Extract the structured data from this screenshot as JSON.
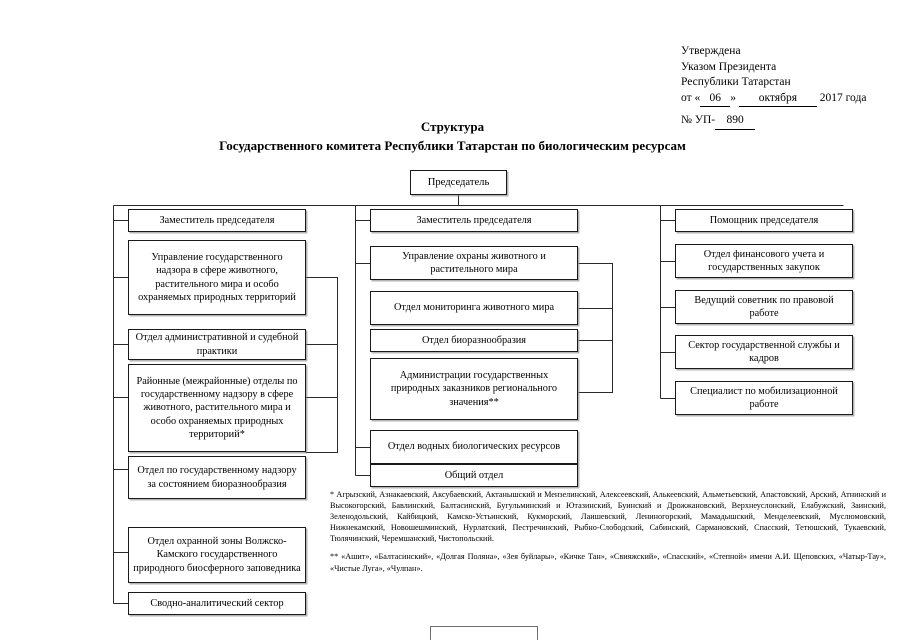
{
  "document": {
    "approval": {
      "line1": "Утверждена",
      "line2": "Указом Президента",
      "line3": "Республики Татарстан",
      "date_prefix": "от «",
      "date_day": "06",
      "date_mid": "»",
      "date_month": "октября",
      "date_year": "2017 года",
      "number_prefix": "№ УП-",
      "number_value": "890"
    },
    "title_line1": "Структура",
    "title_line2": "Государственного комитета Республики Татарстан по биологическим ресурсам"
  },
  "chart_data": {
    "type": "diagram",
    "title": "Структура Государственного комитета Республики Татарстан по биологическим ресурсам",
    "root": "Председатель",
    "columns": [
      {
        "name": "left",
        "head": "Заместитель председателя",
        "items": [
          "Управление государственного надзора в сфере животного, растительного мира и особо охраняемых природных территорий",
          "Отдел административной и судебной практики",
          "Районные (межрайонные) отделы по государственному надзору в сфере животного, растительного мира и особо охраняемых природных территорий*",
          "Отдел по государственному надзору за состоянием биоразнообразия",
          "Отдел охранной зоны Волжско-Камского государственного природного биосферного заповедника",
          "Сводно-аналитический сектор"
        ]
      },
      {
        "name": "center",
        "head": "Заместитель председателя",
        "items": [
          "Управление охраны животного и растительного мира",
          "Отдел мониторинга животного мира",
          "Отдел биоразнообразия",
          "Администрации государственных природных заказников регионального значения**",
          "Отдел водных биологических ресурсов",
          "Общий отдел"
        ]
      },
      {
        "name": "right",
        "head": "Помощник председателя",
        "items": [
          "Отдел финансового учета и государственных закупок",
          "Ведущий советник по правовой работе",
          "Сектор государственной службы и кадров",
          "Специалист по мобилизационной работе"
        ]
      }
    ]
  },
  "nodes": {
    "chairman": "Председатель",
    "left": {
      "deputy": "Заместитель председателя",
      "n1": "Управление государственного надзора в сфере животного, растительного мира и особо охраняемых природных территорий",
      "n2": "Отдел административной и судебной практики",
      "n3": "Районные (межрайонные) отделы по государственному надзору в сфере животного, растительного мира и особо охраняемых природных территорий*",
      "n4": "Отдел по государственному надзору за состоянием биоразнообразия",
      "n5": "Отдел охранной зоны Волжско-Камского государственного природного биосферного заповедника",
      "n6": "Сводно-аналитический сектор"
    },
    "center": {
      "deputy": "Заместитель председателя",
      "n1": "Управление охраны животного и растительного мира",
      "n2": "Отдел мониторинга животного мира",
      "n3": "Отдел биоразнообразия",
      "n4": "Администрации государственных природных заказников регионального значения**",
      "n5": "Отдел водных биологических ресурсов",
      "n6": "Общий отдел"
    },
    "right": {
      "assistant": "Помощник председателя",
      "n1": "Отдел финансового учета и государственных закупок",
      "n2": "Ведущий советник по правовой работе",
      "n3": "Сектор государственной службы и кадров",
      "n4": "Специалист по мобилизационной работе"
    }
  },
  "footnotes": {
    "fn1": "* Агрызский, Азнакаевский, Аксубаевский, Актанышский и Мензелинский, Алексеевский, Алькеевский, Альметьевский, Апастовский, Арский, Атнинский и Высокогорский, Бавлинский, Балтасинский, Бугульминский и Ютазинский, Буинский и Дрожжановский, Верхнеуслонский, Елабужский, Заинский, Зеленодольский, Кайбицкий, Камско-Устьинский, Кукморский, Лаишевский, Лениногорский, Мамадышский, Менделеевский, Муслюмовский, Нижнекамский, Новошешминский, Нурлатский, Пестречинский, Рыбно-Слободский, Сабинский, Сармановский, Спасский, Тетюшский, Тукаевский, Тюлячинский, Черемшанский, Чистопольский.",
    "fn2": "** «Ашит», «Балтасинский», «Долгая Поляна», «Зея буйлары», «Кичке Тан», «Свияжский», «Спасский», «Степной» имени А.И. Щеповских, «Чатыр-Тау», «Чистые Луга», «Чулпан»."
  }
}
